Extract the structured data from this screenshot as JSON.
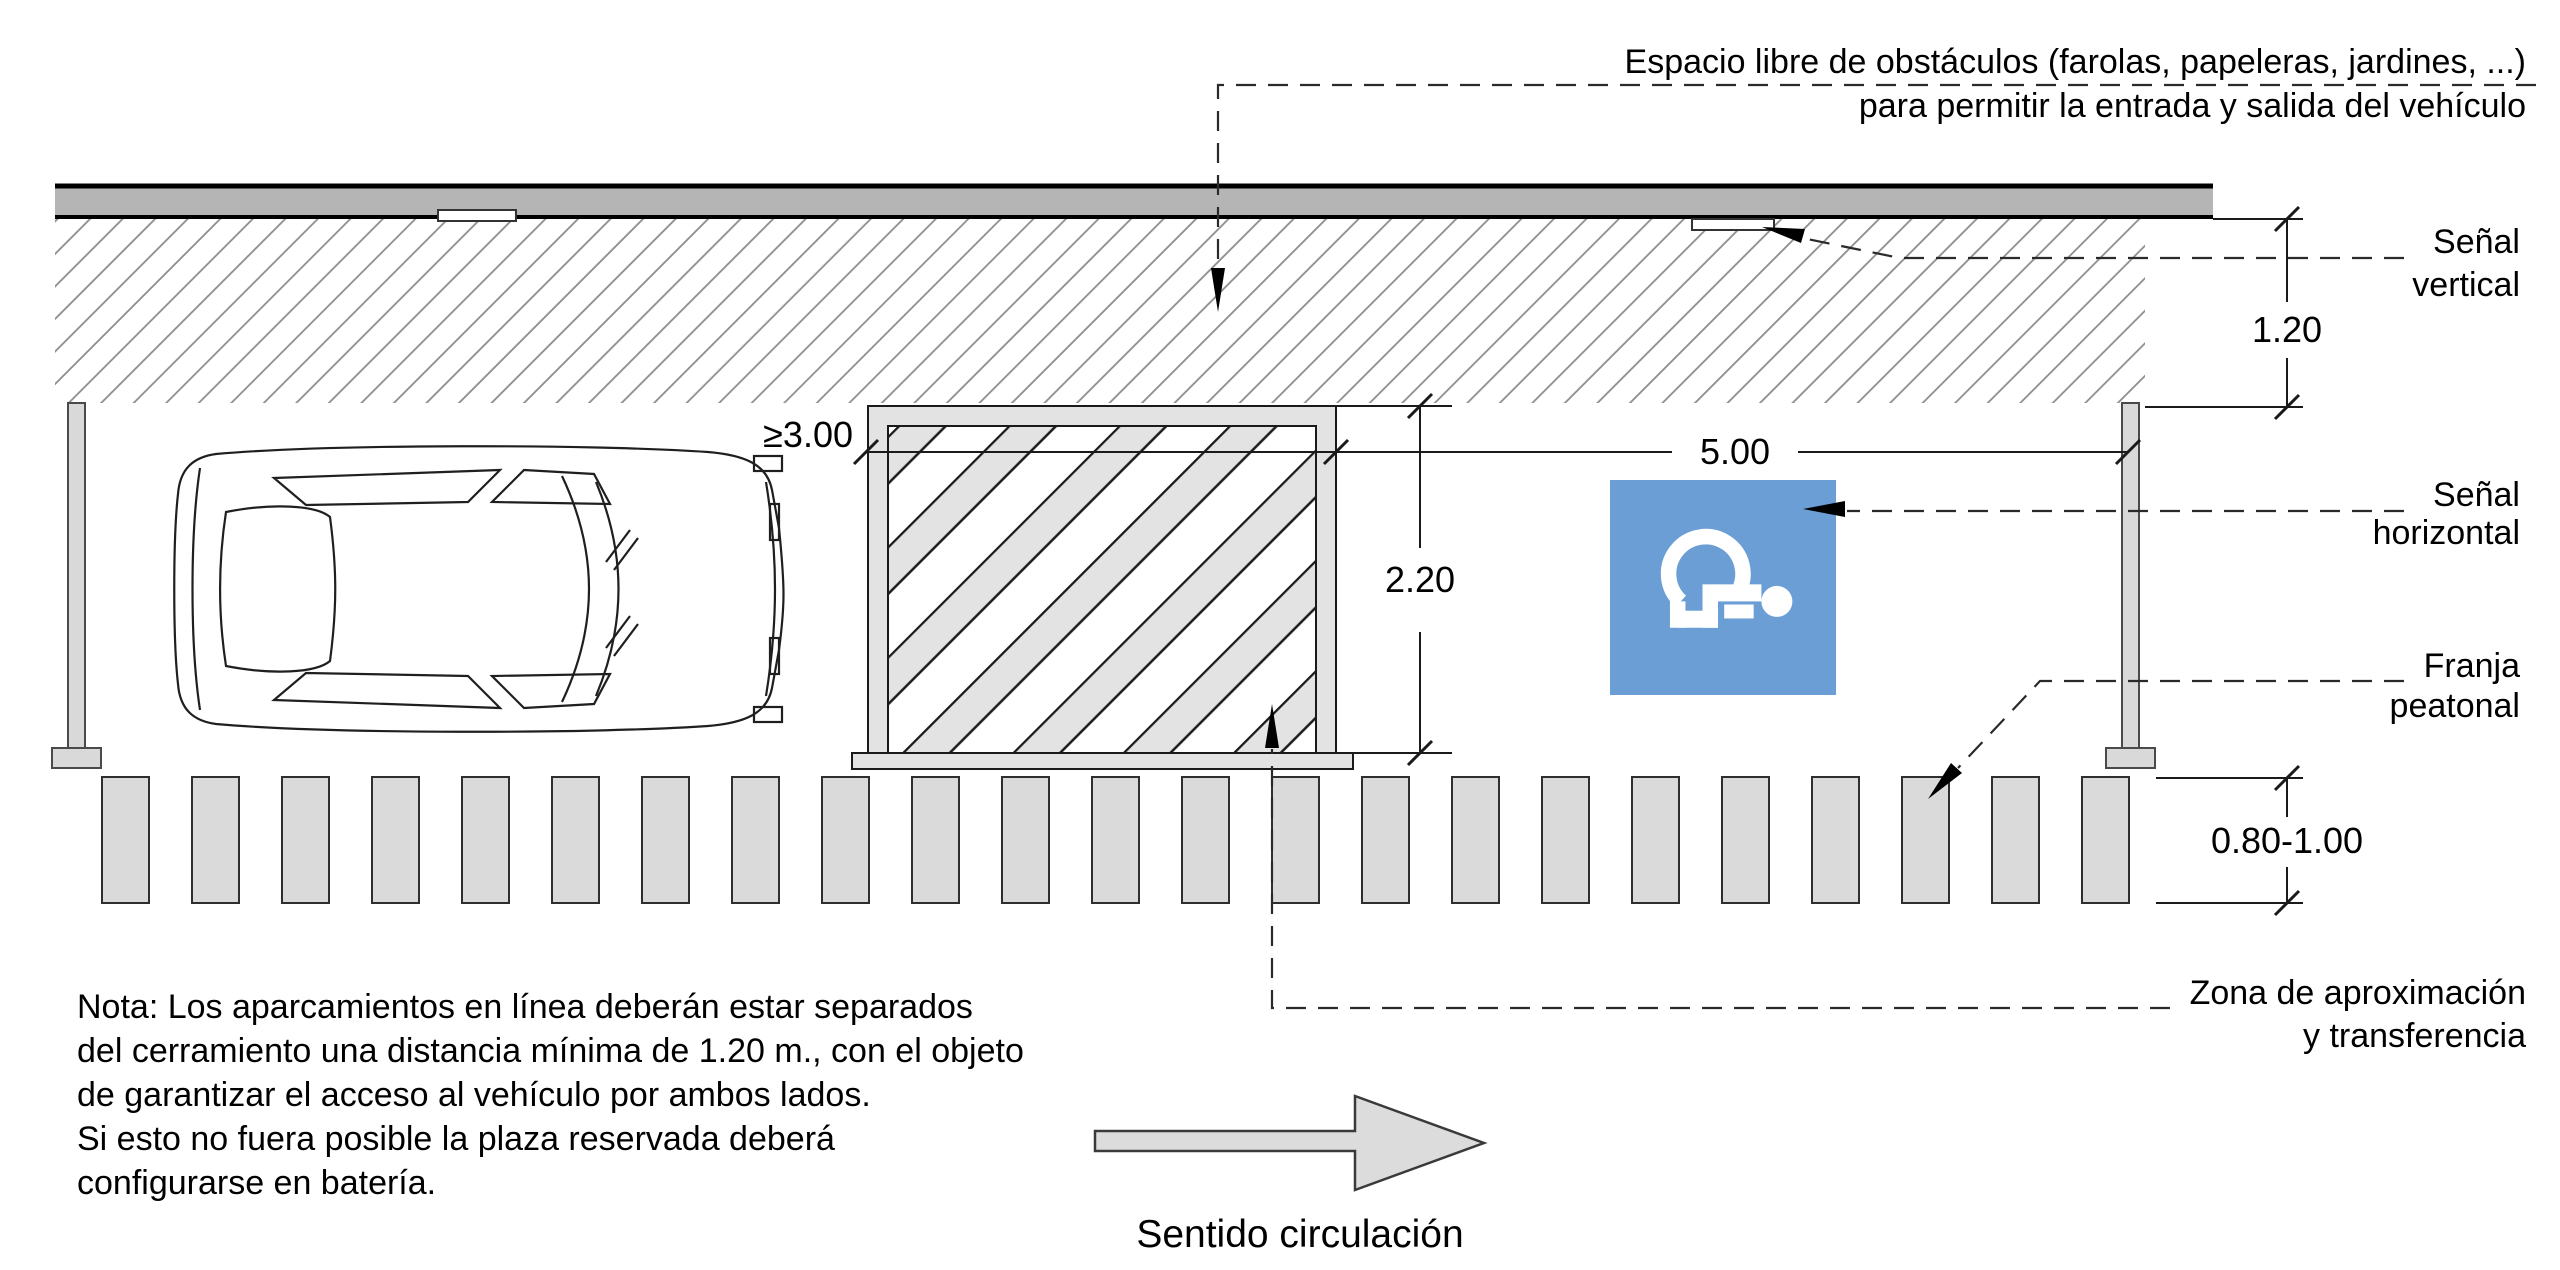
{
  "diagram": {
    "top_annotation": {
      "line1": "Espacio libre de obstáculos (farolas, papeleras, jardines, ...)",
      "line2": "para permitir la entrada y salida del vehículo"
    },
    "labels": {
      "senal_vertical": {
        "line1": "Señal",
        "line2": "vertical"
      },
      "senal_horizontal": {
        "line1": "Señal",
        "line2": "horizontal"
      },
      "franja_peatonal": {
        "line1": "Franja",
        "line2": "peatonal"
      },
      "zona_transferencia": {
        "line1": "Zona de aproximación",
        "line2": "y transferencia"
      }
    },
    "dimensions": {
      "sidewalk_clearance": "1.20",
      "space_length": "5.00",
      "space_width": "2.20",
      "transfer_zone_width": "≥3.00",
      "crosswalk_width": "0.80-1.00"
    },
    "note": {
      "line1": "Nota: Los aparcamientos en línea deberán estar separados",
      "line2": "del cerramiento una distancia mínima de 1.20 m., con el objeto",
      "line3": "de garantizar el acceso al vehículo por ambos lados.",
      "line4": "Si esto no fuera posible la plaza reservada deberá",
      "line5": "configurarse en batería."
    },
    "direction": {
      "label": "Sentido circulación"
    },
    "crosswalk": {
      "stripe_count": 23
    },
    "colors": {
      "wall_gray": "#b5b5b5",
      "element_gray": "#e3e3e3",
      "stripe_gray": "#dadada",
      "sign_blue": "#6c9ed6",
      "line_black": "#1a1a1a",
      "hatch_gray": "#8c8c8c"
    },
    "icons": {
      "accessibility_symbol": "wheelchair-icon",
      "direction_symbol": "right-arrow-icon"
    }
  }
}
